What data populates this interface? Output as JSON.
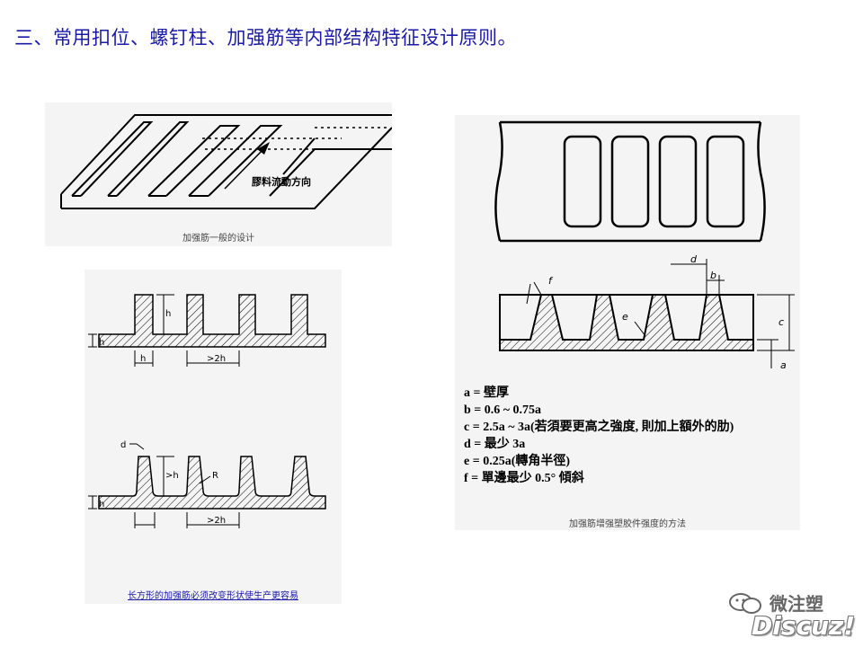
{
  "document": {
    "heading": "三、常用扣位、螺钉柱、加强筋等内部结构特征设计原则。"
  },
  "figure_general": {
    "flow_label": "膠料流動方向",
    "caption": "加强筋一般的设计"
  },
  "figure_rect": {
    "labels": {
      "h_side": "h",
      "h_top": "h",
      "pitch": "h",
      "spacing": ">2h"
    },
    "labels_tapered": {
      "h_side": "h",
      "h_top": ">h",
      "d": "d",
      "r": "R",
      "spacing": ">2h"
    },
    "caption": "长方形的加强筋必须改变形状使生产更容易"
  },
  "figure_strength": {
    "labels": {
      "d": "d",
      "b": "b",
      "f": "f",
      "e": "e",
      "c": "c",
      "a": "a"
    },
    "specs": [
      "a =  壁厚",
      "b = 0.6 ~ 0.75a",
      "c = 2.5a ~ 3a(若須要更高之強度, 則加上額外的肋)",
      "d =  最少 3a",
      "e = 0.25a(轉角半徑)",
      "f =  單邊最少 0.5° 傾斜"
    ],
    "caption": "加强筋增强塑胶件强度的方法"
  },
  "watermark": {
    "cn": "微注塑",
    "brand": "Discuz!"
  }
}
